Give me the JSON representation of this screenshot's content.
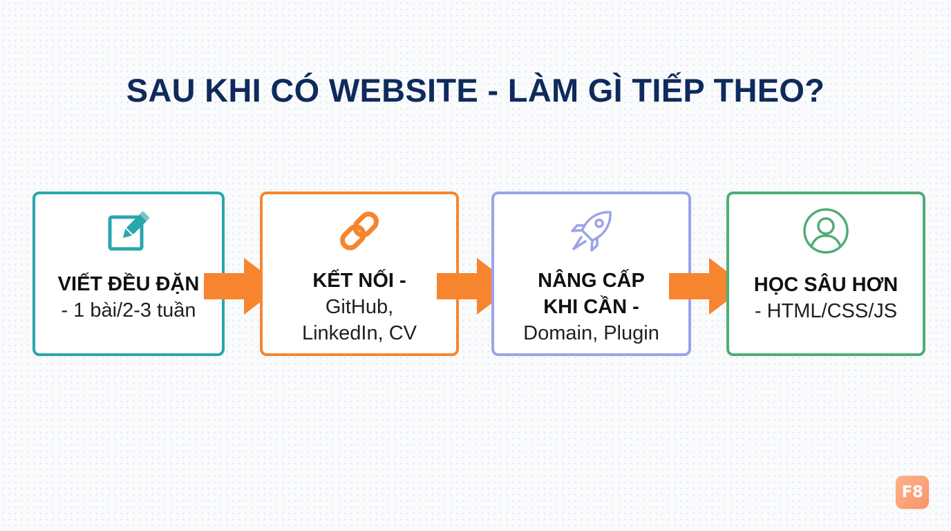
{
  "title": "SAU KHI CÓ WEBSITE - LÀM GÌ TIẾP THEO?",
  "colors": {
    "title": "#0f2a5c",
    "arrow": "#f7852f",
    "badge": "#f7936b"
  },
  "steps": [
    {
      "head": "VIẾT ĐỀU ĐẶN",
      "sub": "- 1 bài/2-3 tuần",
      "icon": "edit-pencil-icon",
      "color": "#2aa6ad"
    },
    {
      "head": "KẾT NỐI -",
      "sub1": "GitHub,",
      "sub2": "LinkedIn, CV",
      "icon": "link-chain-icon",
      "color": "#f7852f"
    },
    {
      "head1": "NÂNG CẤP",
      "head2": "KHI CẦN -",
      "sub": "Domain, Plugin",
      "icon": "rocket-icon",
      "color": "#9aa3ea"
    },
    {
      "head": "HỌC SÂU HƠN",
      "sub": "- HTML/CSS/JS",
      "icon": "user-profile-icon",
      "color": "#4fad76"
    }
  ],
  "badge": {
    "label": "F8"
  }
}
